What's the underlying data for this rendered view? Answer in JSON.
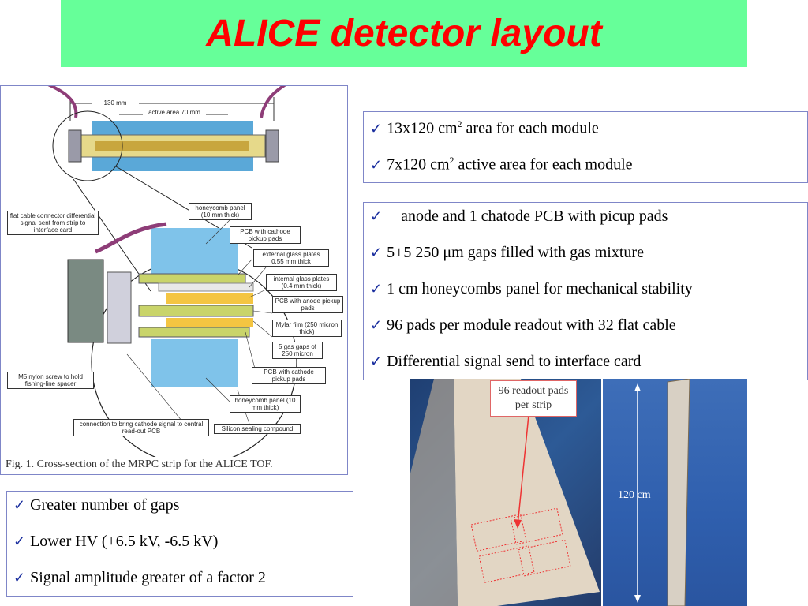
{
  "title": "ALICE detector layout",
  "module_box": {
    "items": [
      {
        "pre": "13x120 cm",
        "sup": "2",
        "post": " area for each module"
      },
      {
        "pre": "7x120 cm",
        "sup": "2",
        "post": " active area for each module"
      }
    ]
  },
  "pcb_box": {
    "items": [
      "anode and 1 chatode PCB with picup pads",
      "5+5 250 μm gaps filled with gas mixture",
      "1 cm honeycombs panel for mechanical stability",
      "96 pads per module readout with 32 flat cable",
      "Differential signal send to interface card"
    ]
  },
  "gaps_box": {
    "items": [
      "Greater number of gaps",
      "Lower HV (+6.5 kV, -6.5 kV)",
      "Signal amplitude greater of a factor 2"
    ]
  },
  "figure": {
    "caption": "Fig. 1.  Cross-section of the MRPC strip for the ALICE TOF.",
    "dim_total": "130 mm",
    "dim_active": "active area 70 mm",
    "labels": {
      "flat_cable": "flat cable connector differential signal sent from strip to interface card",
      "honeycomb_top": "honeycomb panel (10 mm thick)",
      "pcb_cathode_top": "PCB with cathode pickup pads",
      "ext_glass": "external glass plates 0.55 mm thick",
      "int_glass": "internal glass plates (0.4 mm thick)",
      "pcb_anode": "PCB with anode pickup pads",
      "mylar": "Mylar film (250 micron thick)",
      "gas_gaps": "5 gas gaps of 250 micron",
      "pcb_cathode_bottom": "PCB with cathode pickup pads",
      "honeycomb_bottom": "honeycomb panel (10 mm thick)",
      "nylon_screw": "M5 nylon screw to hold fishing-line spacer",
      "connection": "connection to bring cathode signal to central read-out PCB",
      "silicon": "Silicon sealing compound"
    }
  },
  "photos": {
    "readout_label": "96 readout pads per strip",
    "length_label": "120 cm"
  },
  "icons": {
    "bullet": "check-icon"
  },
  "colors": {
    "title": "#ff0000",
    "title_bg": "#66ff99",
    "check": "#1a2e9e",
    "box_border": "#7f86c8"
  }
}
